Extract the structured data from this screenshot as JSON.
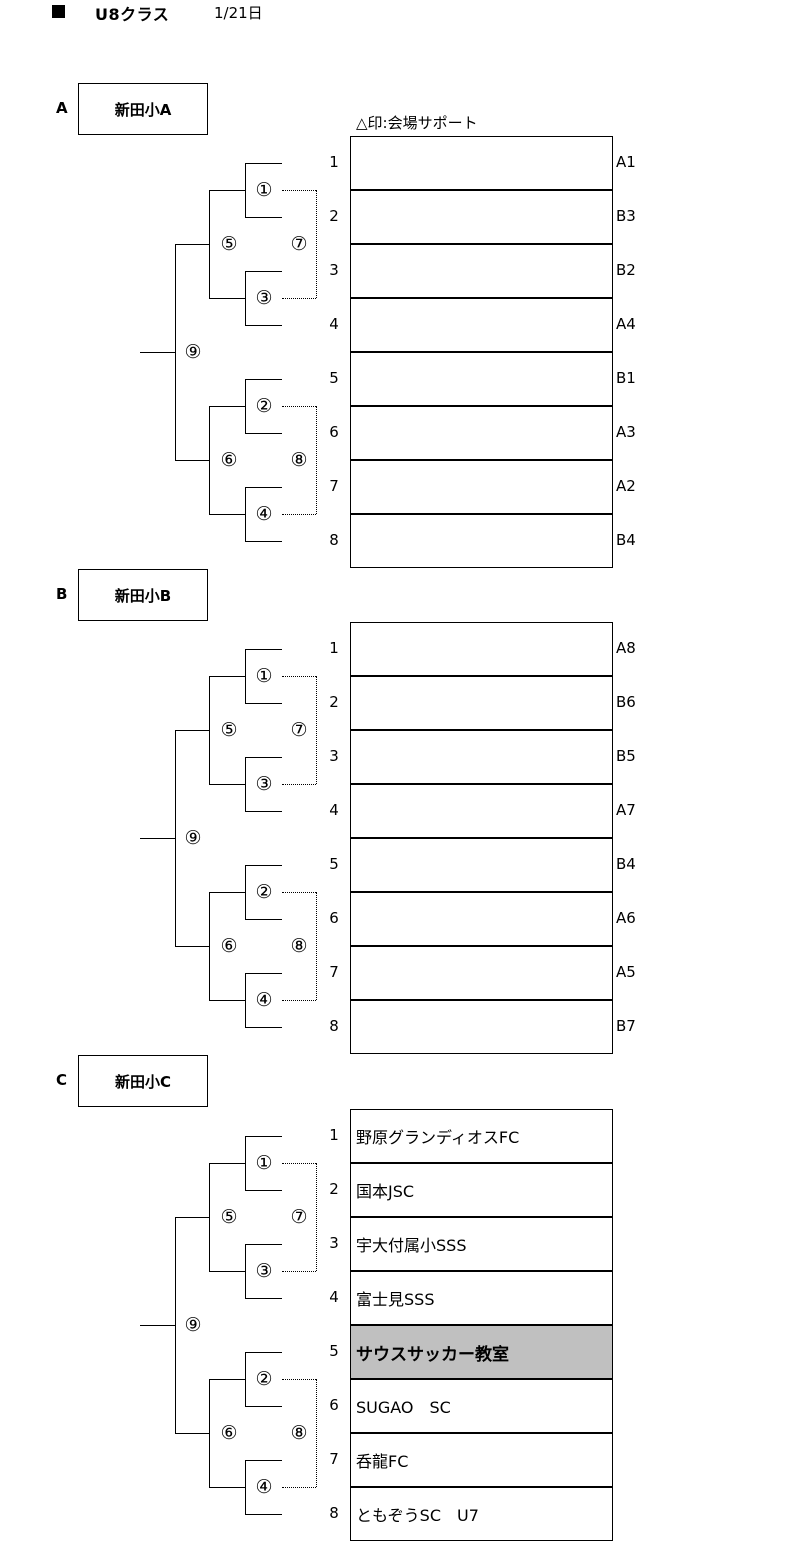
{
  "header": {
    "title": "U8クラス",
    "date": "1/21日"
  },
  "support_note": "△印:会場サポート",
  "groups": [
    {
      "letter": "A",
      "name": "新田小A",
      "slots": [
        {
          "num": "1",
          "team": "",
          "code": "A1"
        },
        {
          "num": "2",
          "team": "",
          "code": "B3"
        },
        {
          "num": "3",
          "team": "",
          "code": "B2"
        },
        {
          "num": "4",
          "team": "",
          "code": "A4"
        },
        {
          "num": "5",
          "team": "",
          "code": "B1"
        },
        {
          "num": "6",
          "team": "",
          "code": "A3"
        },
        {
          "num": "7",
          "team": "",
          "code": "A2"
        },
        {
          "num": "8",
          "team": "",
          "code": "B4"
        }
      ],
      "matches": [
        "①",
        "②",
        "③",
        "④",
        "⑤",
        "⑥",
        "⑦",
        "⑧",
        "⑨"
      ]
    },
    {
      "letter": "B",
      "name": "新田小B",
      "slots": [
        {
          "num": "1",
          "team": "",
          "code": "A8"
        },
        {
          "num": "2",
          "team": "",
          "code": "B6"
        },
        {
          "num": "3",
          "team": "",
          "code": "B5"
        },
        {
          "num": "4",
          "team": "",
          "code": "A7"
        },
        {
          "num": "5",
          "team": "",
          "code": "B4"
        },
        {
          "num": "6",
          "team": "",
          "code": "A6"
        },
        {
          "num": "7",
          "team": "",
          "code": "A5"
        },
        {
          "num": "8",
          "team": "",
          "code": "B7"
        }
      ],
      "matches": [
        "①",
        "②",
        "③",
        "④",
        "⑤",
        "⑥",
        "⑦",
        "⑧",
        "⑨"
      ]
    },
    {
      "letter": "C",
      "name": "新田小C",
      "slots": [
        {
          "num": "1",
          "team": "野原グランディオスFC",
          "code": ""
        },
        {
          "num": "2",
          "team": "国本JSC",
          "code": ""
        },
        {
          "num": "3",
          "team": "宇大付属小SSS",
          "code": ""
        },
        {
          "num": "4",
          "team": "富士見SSS",
          "code": ""
        },
        {
          "num": "5",
          "team": "サウスサッカー教室",
          "code": "",
          "highlight": true
        },
        {
          "num": "6",
          "team": "SUGAO　SC",
          "code": ""
        },
        {
          "num": "7",
          "team": "呑龍FC",
          "code": ""
        },
        {
          "num": "8",
          "team": "ともぞうSC　U7",
          "code": ""
        }
      ],
      "matches": [
        "①",
        "②",
        "③",
        "④",
        "⑤",
        "⑥",
        "⑦",
        "⑧",
        "⑨"
      ]
    }
  ]
}
